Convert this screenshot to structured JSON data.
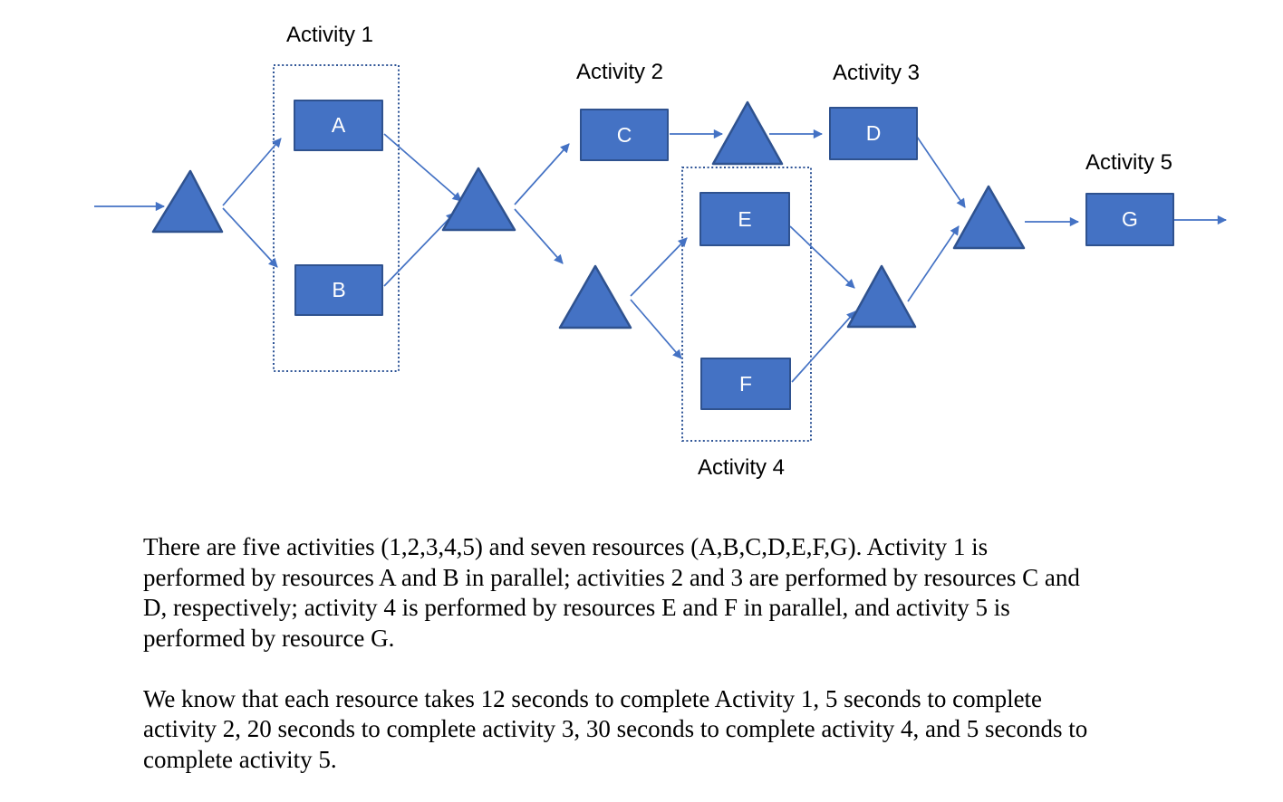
{
  "diagram": {
    "activities": [
      {
        "label": "Activity 1"
      },
      {
        "label": "Activity 2"
      },
      {
        "label": "Activity 3"
      },
      {
        "label": "Activity 4"
      },
      {
        "label": "Activity 5"
      }
    ],
    "resources": [
      {
        "label": "A"
      },
      {
        "label": "B"
      },
      {
        "label": "C"
      },
      {
        "label": "D"
      },
      {
        "label": "E"
      },
      {
        "label": "F"
      },
      {
        "label": "G"
      }
    ],
    "colors": {
      "shape_fill": "#4472C4",
      "shape_border": "#2F528F",
      "arrow": "#4472C4",
      "group_border": "#2F5597",
      "box_text": "#FFFFFF",
      "label_text": "#000000",
      "body_text": "#000000"
    }
  },
  "description": {
    "paragraph1_lines": [
      "There are five activities (1,2,3,4,5) and seven resources (A,B,C,D,E,F,G). Activity 1 is",
      "performed by resources A and B in parallel; activities 2 and 3 are performed by resources C and",
      "D, respectively; activity 4 is performed by resources E and F in parallel, and activity 5 is",
      "performed by resource G."
    ],
    "paragraph2_lines": [
      "We know that each resource takes 12 seconds to complete Activity 1, 5 seconds to complete",
      "activity 2, 20 seconds to complete activity 3, 30 seconds to complete activity 4, and 5 seconds to",
      "complete activity 5."
    ]
  }
}
